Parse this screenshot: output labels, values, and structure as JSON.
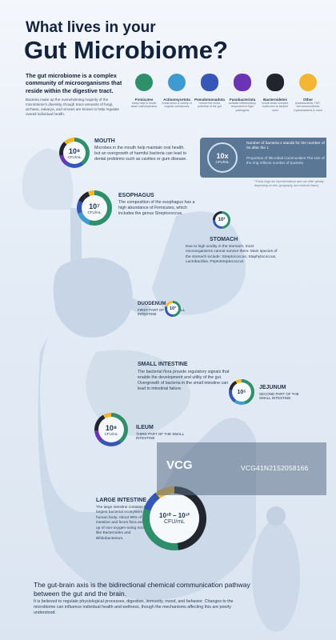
{
  "header": {
    "title_line1": "What lives in your",
    "title_line2": "Gut Microbiome?",
    "intro": "The gut microbiome is a complex community of microorganisms that reside within the digestive tract.",
    "intro_sub": "Bacteria make up the overwhelming majority of the microbiome's diversity, though trace amounts of fungi, archaea, eukarya, and viruses are known to help regulate overall individual health."
  },
  "bacteria": [
    {
      "name": "Firmicutes",
      "desc": "many help to break down carbohydrates",
      "color": "#2f8f6a"
    },
    {
      "name": "Actinomycetota",
      "desc": "break down a variety of organic substances",
      "color": "#3d9bd0"
    },
    {
      "name": "Pseudomonadota",
      "desc": "reduce the redox potential of the gut",
      "color": "#3656b8"
    },
    {
      "name": "Fusobacteriota",
      "desc": "activate inflammatory responses to fight pathogens",
      "color": "#6b34b5"
    },
    {
      "name": "Bacteroidetes",
      "desc": "break down complex molecules to simpler ones",
      "color": "#22252e"
    },
    {
      "name": "Other",
      "desc": "Acidobacteria, TM7, Verrucomicrobiota, Cyanobacteria & more",
      "color": "#f2b632"
    }
  ],
  "legend": {
    "value": "10x",
    "unit": "CFU/mL",
    "text1": "Number of bacteria x stands for the number of 0s after the 1",
    "text2": "Proportion of Microbial Communities The size of the ring reflects number of bacteria",
    "note": "*These rings are representations and can differ greatly depending on diet, geography, and medical history"
  },
  "sections": {
    "mouth": {
      "title": "MOUTH",
      "value": "10⁸",
      "unit": "CFU/mL",
      "body": "Microbes in the mouth help maintain oral health, but an overgrowth of harmful bacteria can lead to dental problems such as cavities or gum disease."
    },
    "esophagus": {
      "title": "ESOPHAGUS",
      "value": "10⁷",
      "unit": "CFU/mL",
      "body": "The composition of the esophagus has a high abundance of Firmicutes, which includes the genus Streptococcus."
    },
    "stomach": {
      "title": "STOMACH",
      "value": "10³",
      "unit": "",
      "body": "Due to high acidity in the stomach, most microorganisms cannot survive there. Main species of the stomach include: Streptococcus, Staphylococcus, Lactobacillus, Peptostreptococcus"
    },
    "duodenum": {
      "title": "DUODENUM",
      "sub": "FIRST PART OF THE SMALL INTESTINE",
      "value": "10³"
    },
    "small_intestine": {
      "title": "SMALL INTESTINE",
      "body": "The bacterial flora provide regulatory signals that enable the development and utility of the gut. Overgrowth of bacteria in the small intestine can lead to intestinal failure."
    },
    "jejunum": {
      "title": "JEJUNUM",
      "sub": "SECOND PART OF THE SMALL INTESTINE",
      "value": "10⁵"
    },
    "ileum": {
      "title": "ILEUM",
      "sub": "THIRD PART OF THE SMALL INTESTINE",
      "value": "10⁸",
      "unit": "CFU/mL"
    },
    "large_intestine": {
      "title": "LARGE INTESTINE",
      "value": "10¹⁰ – 10¹²",
      "unit": "CFU/mL",
      "body": "The large intestine contains the largest bacterial ecosystem in the human body. About 99% of the large intestine and feces flora are made up of non-oxygen-using microbes like Bacteroides and Bifidobacterium."
    }
  },
  "footer": {
    "title": "The gut-brain axis is the bidirectional chemical communication pathway between the gut and the brain.",
    "body": "It is believed to regulate physiological processes, digestion, immunity, mood, and behavior. Changes to the microbiome can influence individual health and wellness, though the mechanisms affecting this are poorly understood."
  },
  "watermark": {
    "logo": "VCG",
    "text": "VCG41N2152058166"
  }
}
